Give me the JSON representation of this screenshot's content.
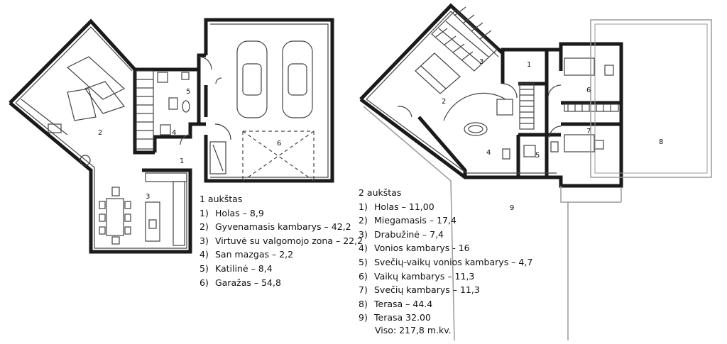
{
  "floor1": {
    "title": "1 aukštas",
    "rooms": [
      {
        "num": "1)",
        "name": "Holas – 8,9"
      },
      {
        "num": "2)",
        "name": "Gyvenamasis kambarys – 42,2"
      },
      {
        "num": "3)",
        "name": "Virtuvė su valgomojo zona – 22,2"
      },
      {
        "num": "4)",
        "name": "San mazgas – 2,2"
      },
      {
        "num": "5)",
        "name": "Katilinė – 8,4"
      },
      {
        "num": "6)",
        "name": "Garažas – 54,8"
      }
    ],
    "labels": [
      "1",
      "2",
      "3",
      "4",
      "5",
      "6"
    ]
  },
  "floor2": {
    "title": "2 aukštas",
    "rooms": [
      {
        "num": "1)",
        "name": "Holas – 11,00"
      },
      {
        "num": "2)",
        "name": "Miegamasis – 17,4"
      },
      {
        "num": "3)",
        "name": "Drabužinė – 7,4"
      },
      {
        "num": "4)",
        "name": "Vonios kambarys - 16"
      },
      {
        "num": "5)",
        "name": "Svečių-vaikų vonios kambarys – 4,7"
      },
      {
        "num": "6)",
        "name": "Vaikų kambarys – 11,3"
      },
      {
        "num": "7)",
        "name": "Svečių kambarys – 11,3"
      },
      {
        "num": "8)",
        "name": "Terasa – 44.4"
      },
      {
        "num": "9)",
        "name": "Terasa 32.00"
      }
    ],
    "labels": [
      "1",
      "2",
      "3",
      "4",
      "5",
      "6",
      "7",
      "8",
      "9"
    ],
    "total": "Viso: 217,8 m.kv."
  },
  "colors": {
    "wall": "#1a1a1a",
    "line": "#444444",
    "light": "#9a9a9a"
  }
}
